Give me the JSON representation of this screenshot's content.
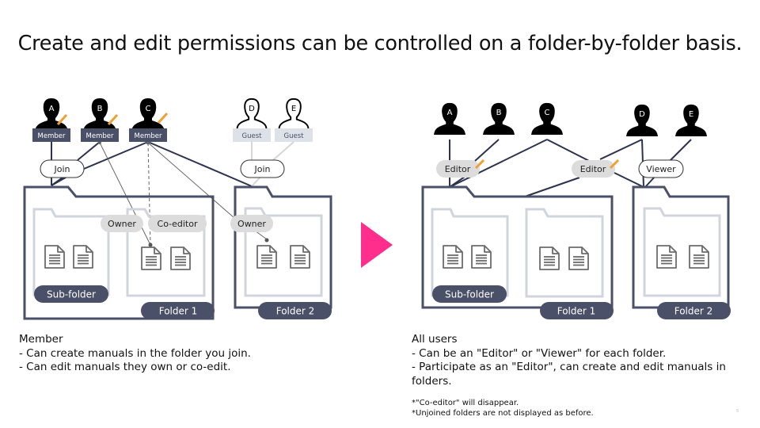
{
  "title": "Create and edit permissions can be controlled on a folder-by-folder basis.",
  "colors": {
    "navy": "#4a5068",
    "line": "#2b3350",
    "light_gray": "#d0d4dc",
    "pill_gray": "#dcdcdc",
    "guest_label": "#dde1e8",
    "pencil": "#f0a030",
    "arrow": "#ff2d8c"
  },
  "before": {
    "users": [
      {
        "letter": "A",
        "role": "Member",
        "type": "member",
        "icon": "user-filled-icon",
        "has_pencil": true
      },
      {
        "letter": "B",
        "role": "Member",
        "type": "member",
        "icon": "user-filled-icon",
        "has_pencil": true
      },
      {
        "letter": "C",
        "role": "Member",
        "type": "member",
        "icon": "user-filled-icon",
        "has_pencil": true
      },
      {
        "letter": "D",
        "role": "Guest",
        "type": "guest",
        "icon": "user-outline-icon",
        "has_pencil": false
      },
      {
        "letter": "E",
        "role": "Guest",
        "type": "guest",
        "icon": "user-outline-icon",
        "has_pencil": false
      }
    ],
    "join_labels": [
      "Join",
      "Join"
    ],
    "folder1_label": "Folder 1",
    "folder2_label": "Folder 2",
    "subfolder_label": "Sub-folder",
    "owner_labels": [
      "Owner",
      "Owner"
    ],
    "coeditor_label": "Co-editor"
  },
  "arrow_icon": "play-triangle-icon",
  "after": {
    "users": [
      {
        "letter": "A",
        "icon": "user-filled-icon"
      },
      {
        "letter": "B",
        "icon": "user-filled-icon"
      },
      {
        "letter": "C",
        "icon": "user-filled-icon"
      },
      {
        "letter": "D",
        "icon": "user-filled-icon"
      },
      {
        "letter": "E",
        "icon": "user-filled-icon"
      }
    ],
    "role_labels": [
      "Editor",
      "Editor",
      "Viewer"
    ],
    "folder1_label": "Folder 1",
    "folder2_label": "Folder 2",
    "subfolder_label": "Sub-folder"
  },
  "descriptions": {
    "left": {
      "heading": "Member",
      "lines": [
        "- Can create manuals in the folder you join.",
        "- Can edit manuals they own or co-edit."
      ]
    },
    "right": {
      "heading": "All users",
      "lines": [
        "- Can be an \"Editor\" or \"Viewer\" for each folder.",
        "- Participate as an \"Editor\", can create and edit manuals in folders."
      ]
    }
  },
  "notes": [
    "*\"Co-editor\" will disappear.",
    "*Unjoined folders are not displayed as before."
  ],
  "page_number": "5"
}
